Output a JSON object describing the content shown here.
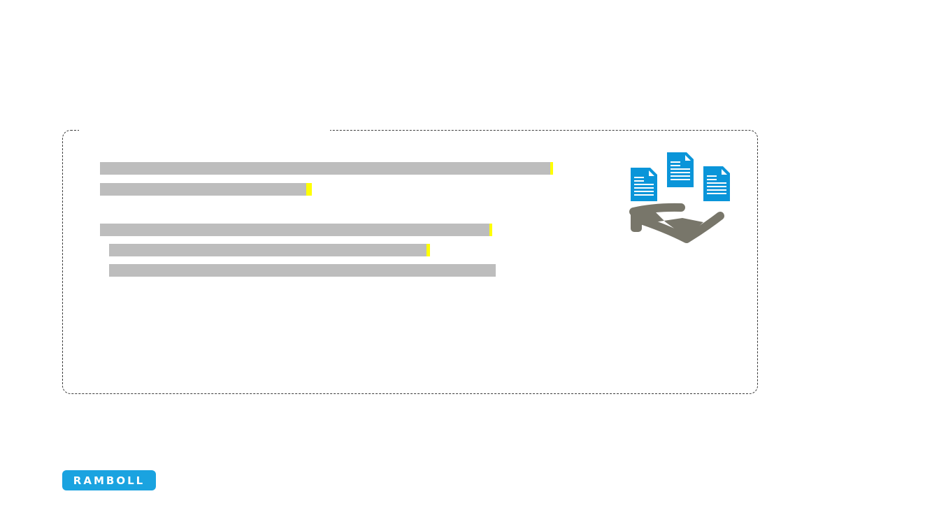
{
  "slide": {
    "text_lines": [
      {
        "id": "line-1",
        "text": ""
      },
      {
        "id": "line-2",
        "text": ""
      },
      {
        "id": "line-3",
        "text": ""
      },
      {
        "id": "line-4",
        "text": ""
      },
      {
        "id": "line-5",
        "text": ""
      }
    ],
    "illustration": {
      "icons": [
        "document-icon",
        "document-icon",
        "document-icon",
        "open-hand-icon"
      ],
      "document_color": "#0a95d9",
      "hand_color": "#78766a"
    },
    "logo": {
      "text": "RAMBOLL",
      "color": "#1aa3e0"
    }
  }
}
